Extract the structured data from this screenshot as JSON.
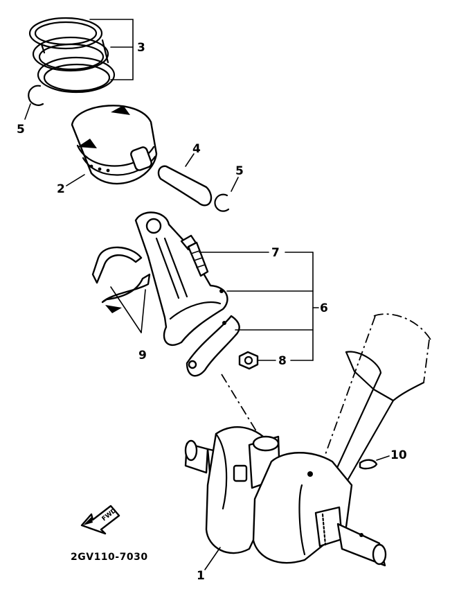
{
  "diagram": {
    "drawing_code": "2GV110-7030",
    "direction_arrow_text": "FWD",
    "callouts": [
      {
        "id": "1",
        "text": "1"
      },
      {
        "id": "2",
        "text": "2"
      },
      {
        "id": "3",
        "text": "3"
      },
      {
        "id": "4",
        "text": "4"
      },
      {
        "id": "5a",
        "text": "5"
      },
      {
        "id": "5b",
        "text": "5"
      },
      {
        "id": "6",
        "text": "6"
      },
      {
        "id": "7",
        "text": "7"
      },
      {
        "id": "8",
        "text": "8"
      },
      {
        "id": "9",
        "text": "9"
      },
      {
        "id": "10",
        "text": "10"
      }
    ]
  }
}
